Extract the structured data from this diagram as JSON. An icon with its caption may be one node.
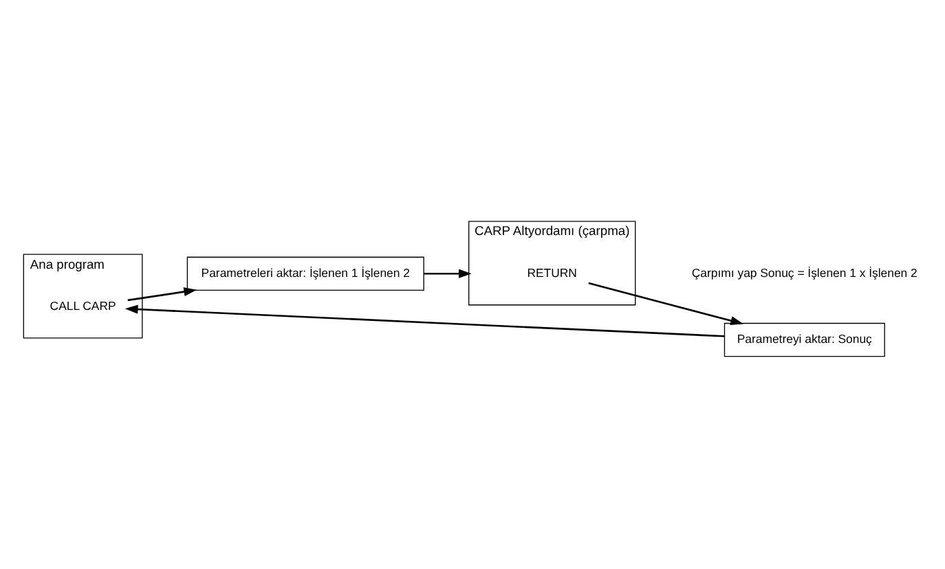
{
  "diagram": {
    "nodes": [
      {
        "text": [
          "Ana program"
        ]
      },
      {
        "text": [
          "CALL CARP"
        ],
        "in": 0
      },
      {
        "text": [
          "Parametreleri aktar: İşlenen 1 İşlenen 2"
        ]
      },
      {
        "text": [
          "CARP Altyordamı (çarpma)"
        ]
      },
      {
        "text": [
          "RETURN"
        ],
        "in": 3
      },
      {
        "text": [
          "Parametreyi aktar: Sonuç"
        ]
      }
    ],
    "edges": [
      {
        "from": 1,
        "to": 2,
        "arrow": "to"
      },
      {
        "from": 2,
        "to": 3,
        "arrow": "to"
      },
      {
        "from": 4,
        "to": 5,
        "arrow": "to"
      },
      {
        "from": 5,
        "to": 1,
        "arrow": "to"
      }
    ],
    "labels": [
      "Çarpımı yap Sonuç = İşlenen 1 x İşlenen 2"
    ]
  }
}
